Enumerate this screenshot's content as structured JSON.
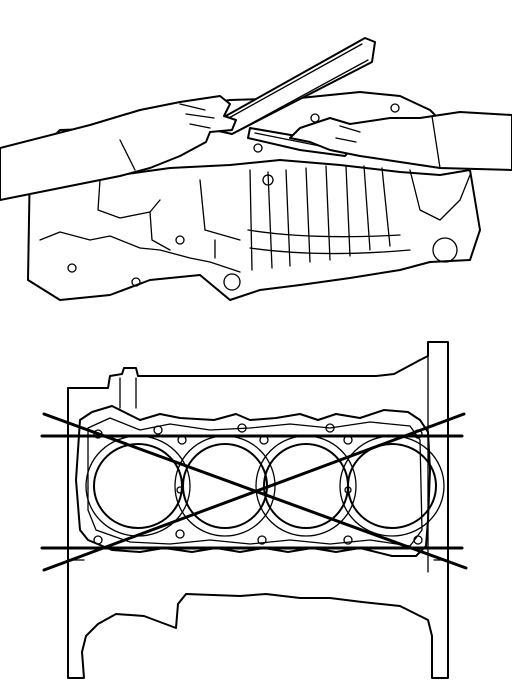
{
  "figure": {
    "panels": [
      {
        "id": "top",
        "subject": "straight-edge-on-block-deck",
        "tools": [
          "straightedge",
          "feeler-gauge"
        ]
      },
      {
        "id": "bottom",
        "subject": "block-deck-top-view",
        "cylinders": 4,
        "measurement_lines": 4
      }
    ],
    "colors": {
      "ink": "#000000",
      "paper": "#ffffff"
    }
  }
}
